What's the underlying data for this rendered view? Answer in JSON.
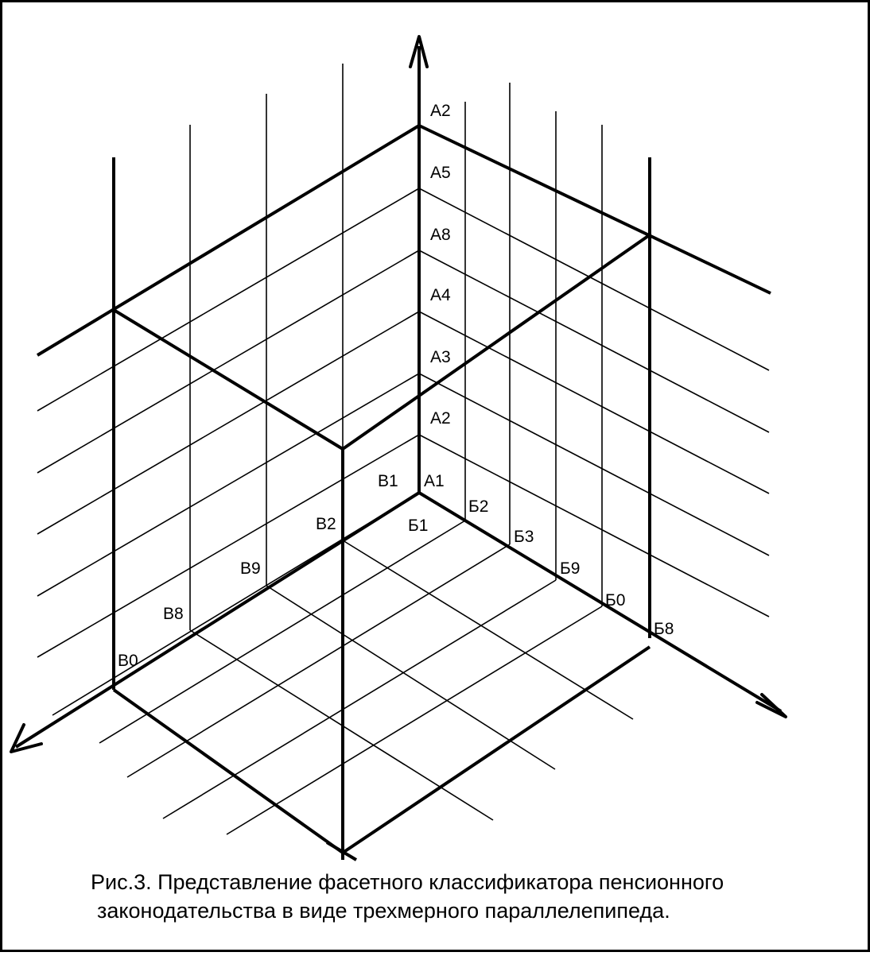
{
  "figure": {
    "axis_labels": {
      "a": [
        "A2",
        "A5",
        "A8",
        "A4",
        "A3",
        "A2",
        "A1"
      ],
      "b": [
        "Б1",
        "Б2",
        "Б3",
        "Б9",
        "Б0",
        "Б8"
      ],
      "v": [
        "B1",
        "B2",
        "B9",
        "B8",
        "B0"
      ]
    },
    "caption": {
      "line1": "Рис.3. Представление фасетного классификатора пенсионного",
      "line2": "законодательства в виде трехмерного параллелепипеда."
    }
  }
}
